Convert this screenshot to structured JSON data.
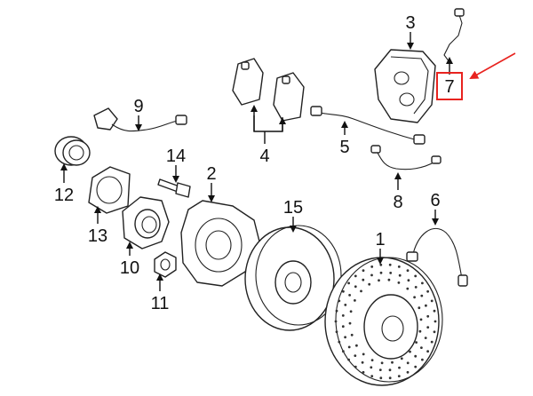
{
  "diagram": {
    "callouts": [
      {
        "id": "p1",
        "label": "1"
      },
      {
        "id": "p2",
        "label": "2"
      },
      {
        "id": "p3",
        "label": "3"
      },
      {
        "id": "p4",
        "label": "4"
      },
      {
        "id": "p5",
        "label": "5"
      },
      {
        "id": "p6",
        "label": "6"
      },
      {
        "id": "p7",
        "label": "7"
      },
      {
        "id": "p8",
        "label": "8"
      },
      {
        "id": "p9",
        "label": "9"
      },
      {
        "id": "p10",
        "label": "10"
      },
      {
        "id": "p11",
        "label": "11"
      },
      {
        "id": "p12",
        "label": "12"
      },
      {
        "id": "p13",
        "label": "13"
      },
      {
        "id": "p14",
        "label": "14"
      },
      {
        "id": "p15",
        "label": "15"
      }
    ],
    "highlight": {
      "part": "7",
      "box_color": "#e8231f",
      "arrow_color": "#e8231f"
    }
  }
}
